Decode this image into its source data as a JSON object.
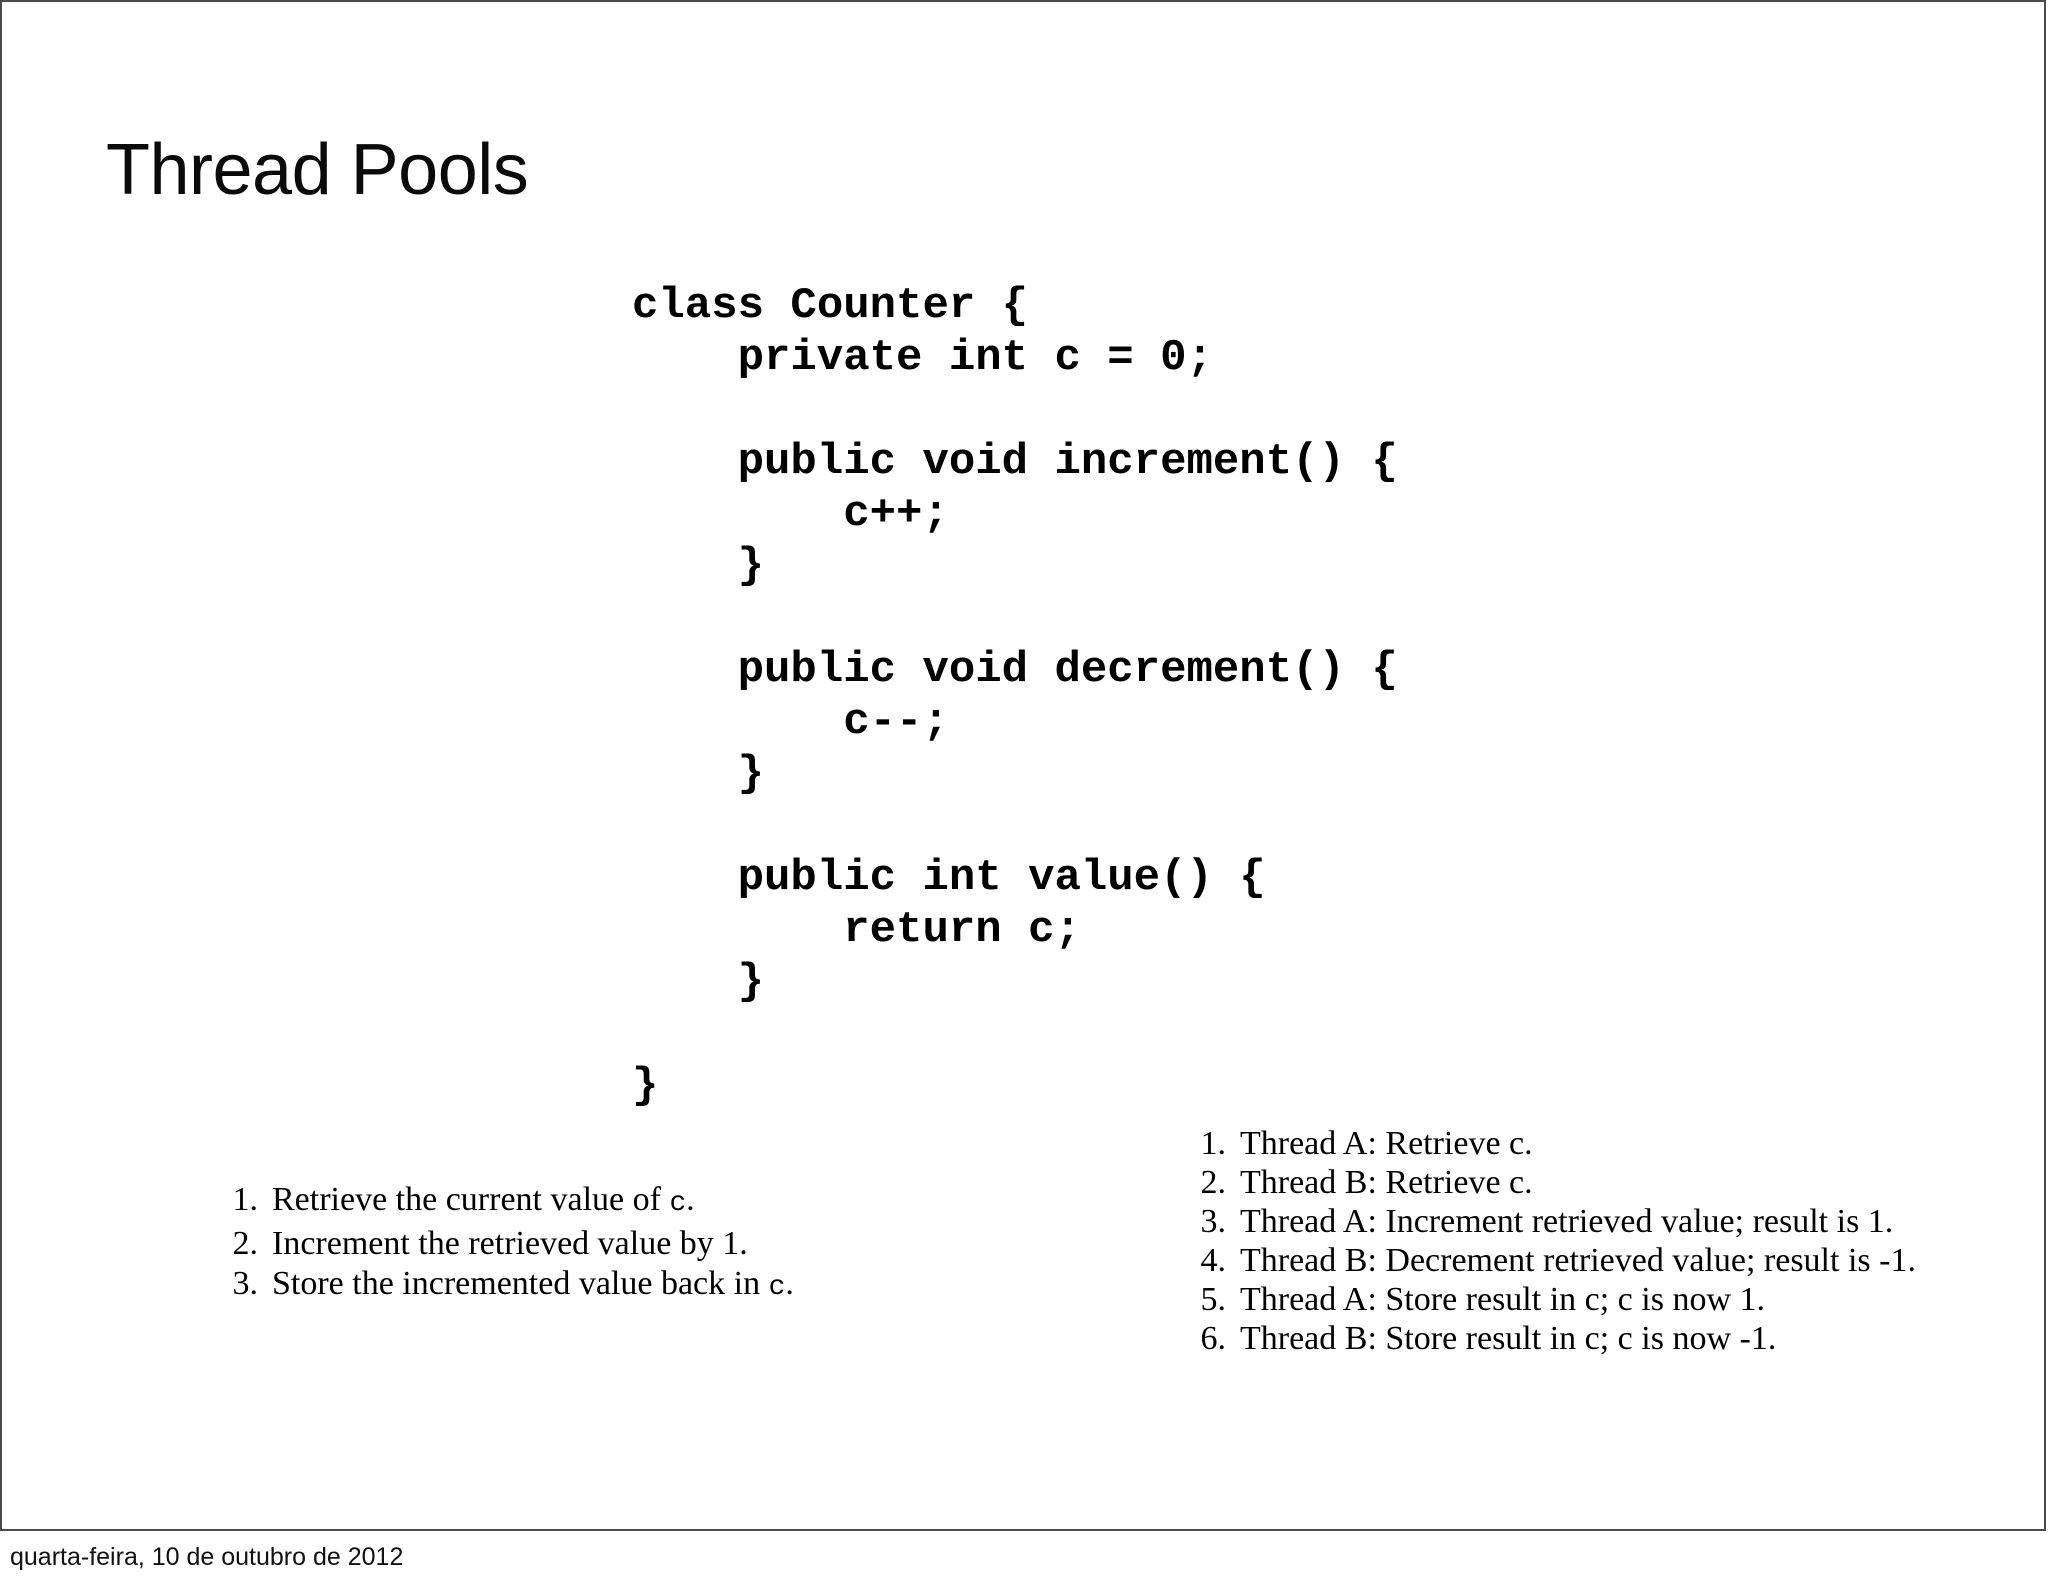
{
  "slide": {
    "title": "Thread Pools",
    "footer_date": "quarta-feira, 10 de outubro de 2012",
    "border_color": "#4a4a4c",
    "background_color": "#ffffff",
    "text_color": "#000000"
  },
  "code": {
    "language": "java",
    "lines": [
      "class Counter {",
      "    private int c = 0;",
      "",
      "    public void increment() {",
      "        c++;",
      "    }",
      "",
      "    public void decrement() {",
      "        c--;",
      "    }",
      "",
      "    public int value() {",
      "        return c;",
      "    }",
      "",
      "}"
    ]
  },
  "steps_list_left": {
    "items": [
      {
        "num": "1.",
        "pre": "Retrieve the current value of ",
        "mono": "c",
        "post": "."
      },
      {
        "num": "2.",
        "pre": "Increment the retrieved value by 1.",
        "mono": "",
        "post": ""
      },
      {
        "num": "3.",
        "pre": "Store the incremented value back in ",
        "mono": "c",
        "post": "."
      }
    ]
  },
  "interleave_list_right": {
    "items": [
      {
        "num": "1.",
        "text": "Thread A: Retrieve c."
      },
      {
        "num": "2.",
        "text": "Thread B: Retrieve c."
      },
      {
        "num": "3.",
        "text": "Thread A: Increment retrieved value; result is 1."
      },
      {
        "num": "4.",
        "text": "Thread B: Decrement retrieved value; result is -1."
      },
      {
        "num": "5.",
        "text": "Thread A: Store result in c; c is now 1."
      },
      {
        "num": "6.",
        "text": "Thread B: Store result in c; c is now -1."
      }
    ]
  }
}
